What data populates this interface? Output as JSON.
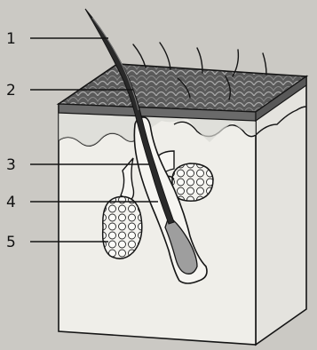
{
  "labels": [
    {
      "id": "1",
      "text": "1"
    },
    {
      "id": "2",
      "text": "2"
    },
    {
      "id": "3",
      "text": "3"
    },
    {
      "id": "4",
      "text": "4"
    },
    {
      "id": "5",
      "text": "5"
    }
  ],
  "colors": {
    "background": "#cbc9c4",
    "outline": "#151515",
    "tissue": "#efeee9",
    "epidermis_dark": "#505050",
    "hair": "#2a2a2a",
    "gland": "#f4f3ef"
  }
}
